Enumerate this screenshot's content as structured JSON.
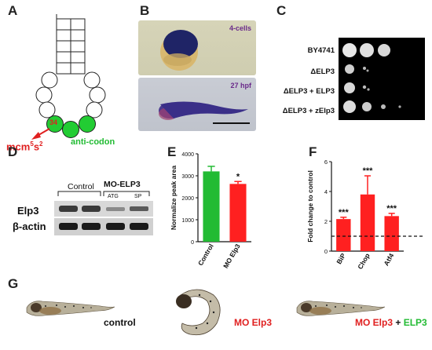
{
  "panels": {
    "A": {
      "letter": "A",
      "modification_label": "mcm",
      "modification_sup1": "5",
      "modification_s": "s",
      "modification_sup2": "2",
      "position_label": "34",
      "anticodon_label": "anti-codon",
      "colors": {
        "anticodon": "#22cc33",
        "modification": "#e02020"
      }
    },
    "B": {
      "letter": "B",
      "top_label": "4-cells",
      "bottom_label": "27 hpf"
    },
    "C": {
      "letter": "C",
      "strains": [
        "BY4741",
        "ΔELP3",
        "ΔELP3 + ELP3",
        "ΔELP3 + zElp3"
      ]
    },
    "D": {
      "letter": "D",
      "group_control": "Control",
      "group_mo": "MO-ELP3",
      "sub_atg": "ATG",
      "sub_sp": "SP",
      "row_elp3": "Elp3",
      "row_actin": "β-actin"
    },
    "E": {
      "letter": "E",
      "chart_data": {
        "type": "bar",
        "categories": [
          "Control",
          "MO Elp3"
        ],
        "values": [
          3200,
          2630
        ],
        "errors": [
          230,
          110
        ],
        "ylabel": "Normalize peak area",
        "ylim": [
          0,
          4000
        ],
        "yticks": [
          "0",
          "1000",
          "2000",
          "3000",
          "4000"
        ],
        "significance": [
          "",
          "*"
        ],
        "colors": [
          "#22bb33",
          "#ff2020"
        ]
      }
    },
    "F": {
      "letter": "F",
      "chart_data": {
        "type": "bar",
        "categories": [
          "BiP",
          "Chop",
          "Atf4"
        ],
        "values": [
          2.15,
          3.8,
          2.35
        ],
        "errors": [
          0.12,
          1.25,
          0.18
        ],
        "ylabel": "Fold change to control",
        "ylim": [
          0,
          6
        ],
        "yticks": [
          "0",
          "2",
          "4",
          "6"
        ],
        "reference_line": 1,
        "significance": [
          "***",
          "***",
          "***"
        ],
        "colors": [
          "#ff2020",
          "#ff2020",
          "#ff2020"
        ]
      }
    },
    "G": {
      "letter": "G",
      "label_control": "control",
      "label_mo": "MO Elp3",
      "label_rescue_mo": "MO Elp3",
      "label_rescue_plus": " + ",
      "label_rescue_elp3": "ELP3",
      "colors": {
        "control": "#111111",
        "mo": "#e02020",
        "rescue": "#22bb33"
      }
    }
  }
}
